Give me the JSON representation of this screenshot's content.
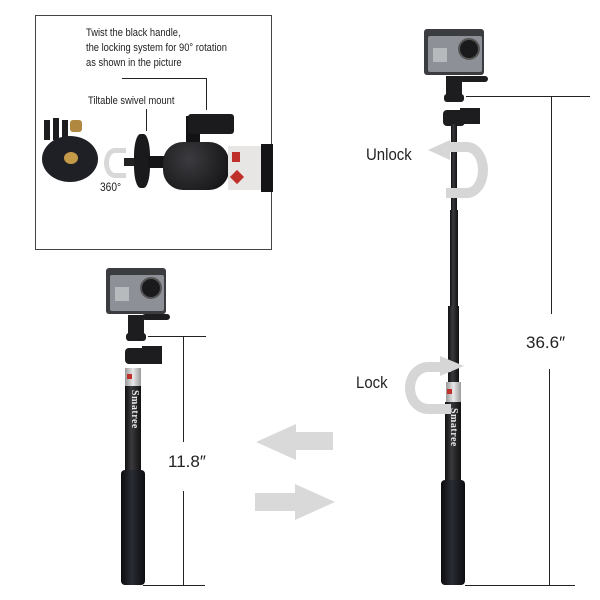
{
  "inset": {
    "caption_line1": "Twist the black handle,",
    "caption_line2": "the locking system for 90° rotation",
    "caption_line3": "as shown in the picture",
    "mount_label": "Tiltable swivel mount",
    "rotation_label": "360°"
  },
  "left_stick": {
    "brand": "Smatree",
    "length_label": "11.8″"
  },
  "right_stick": {
    "brand": "Smatree",
    "length_label": "36.6″",
    "unlock_label": "Unlock",
    "lock_label": "Lock"
  },
  "arrows": {
    "top": "arrow-left",
    "bottom": "arrow-right",
    "color": "#d9d9d9"
  },
  "colors": {
    "pole": "#1a1a1a",
    "camera": "#8d9096",
    "arrow_gray": "#d0d0d0",
    "text": "#222222"
  }
}
